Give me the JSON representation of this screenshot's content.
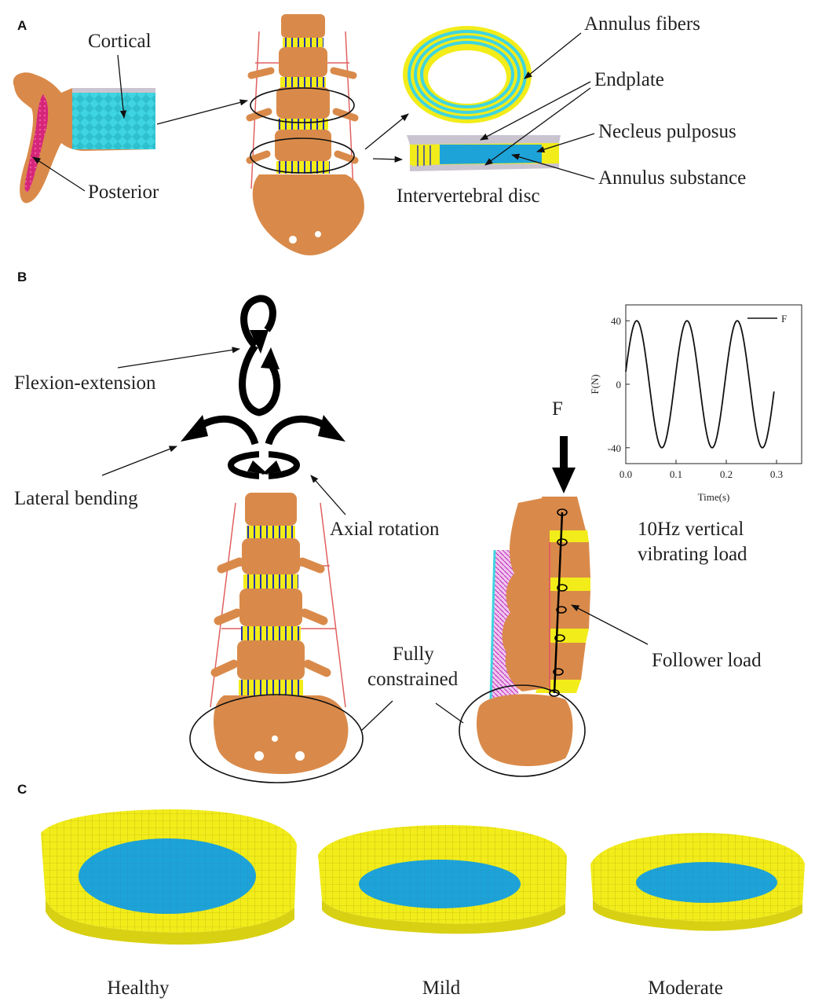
{
  "panels": {
    "a": "A",
    "b": "B",
    "c": "C"
  },
  "panel_a": {
    "cortical": "Cortical",
    "posterior": "Posterior",
    "annulus_fibers": "Annulus  fibers",
    "endplate": "Endplate",
    "nucleus": "Necleus pulposus",
    "annulus_substance": "Annulus  substance",
    "disc": "Intervertebral disc"
  },
  "panel_b": {
    "flexion": "Flexion-extension",
    "lateral": "Lateral bending",
    "axial": "Axial rotation",
    "fully": "Fully",
    "constrained": "constrained",
    "follower": "Follower load",
    "force_label": "F",
    "vib_line1": "10Hz vertical",
    "vib_line2": "vibrating load"
  },
  "panel_c": {
    "healthy": "Healthy",
    "mild": "Mild",
    "moderate": "Moderate"
  },
  "colors": {
    "bone": "#d98a4a",
    "disc_yellow": "#f2ec1a",
    "nucleus_blue": "#1ea3d9",
    "ligament": "#e06060",
    "fiber_cyan": "#3fd5e0"
  },
  "chart_data": {
    "type": "line",
    "xlabel": "Time(s)",
    "ylabel": "F(N)",
    "legend": "F",
    "legend_position": "top-right",
    "xlim": [
      0.0,
      0.35
    ],
    "ylim": [
      -50,
      50
    ],
    "xticks": [
      "0.0",
      "0.1",
      "0.2",
      "0.3"
    ],
    "yticks": [
      "40",
      "0",
      "-40"
    ],
    "frequency_hz": 10,
    "amplitude": 40,
    "t_end": 0.295,
    "series": [
      {
        "name": "F"
      }
    ]
  }
}
